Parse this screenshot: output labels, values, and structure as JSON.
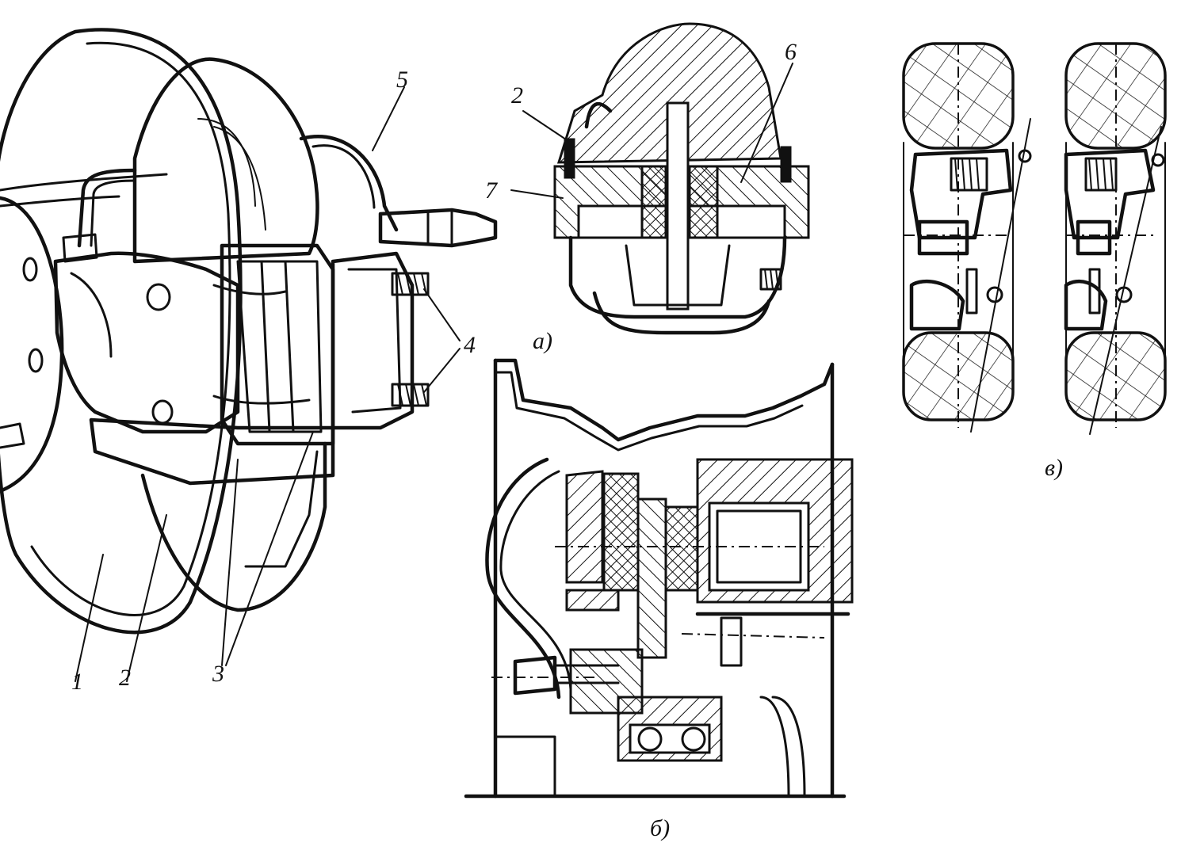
{
  "labels": {
    "l1": "1",
    "l2": "2",
    "l3": "3",
    "l4": "4",
    "l5": "5",
    "a2": "2",
    "a6": "6",
    "a7": "7"
  },
  "captions": {
    "a": "а)",
    "b": "б)",
    "v": "в)"
  }
}
